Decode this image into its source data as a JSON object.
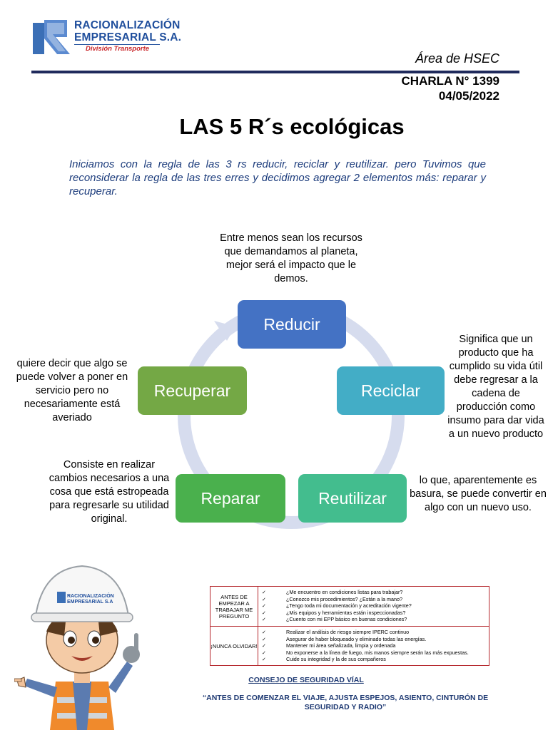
{
  "header": {
    "company_line1": "RACIONALIZACIÓN",
    "company_line2": "EMPRESARIAL S.A.",
    "division": "División Transporte",
    "area": "Área de HSEC",
    "charla": "CHARLA N° 1399",
    "date": "04/05/2022"
  },
  "title": "LAS 5 R´s ecológicas",
  "intro": "Iniciamos con la regla de las 3 rs reducir,  reciclar y reutilizar. pero Tuvimos que reconsiderar la regla de las tres erres y decidimos agregar 2 elementos más: reparar y recuperar.",
  "cycle": {
    "reducir": {
      "label": "Reducir",
      "description": "Entre menos sean los recursos que demandamos al planeta, mejor será el impacto que le demos."
    },
    "reciclar": {
      "label": "Reciclar",
      "description": "Significa que un producto que ha cumplido su vida útil debe regresar a la cadena de producción como insumo para dar vida a un nuevo producto"
    },
    "reutilizar": {
      "label": "Reutilizar",
      "description": "lo que, aparentemente es basura, se puede convertir en algo con un nuevo uso."
    },
    "reparar": {
      "label": "Reparar",
      "description": "Consiste en realizar cambios necesarios a una cosa que está estropeada para regresarle su utilidad original."
    },
    "recuperar": {
      "label": "Recuperar",
      "description": "quiere decir que algo se puede volver a poner en servicio pero no necesariamente está averiado"
    }
  },
  "worker": {
    "helmet_line1": "RACIONALIZACIÓN",
    "helmet_line2": "EMPRESARIAL S.A"
  },
  "checklist": {
    "section1": {
      "label": "ANTES DE EMPEZAR A TRABAJAR ME PREGUNTO",
      "items": [
        "¿Me encuentro en condiciones listas para trabajar?",
        "¿Conozco mis procedimientos? ¿Están a la mano?",
        "¿Tengo toda mi documentación y acreditación vigente?",
        "¿Mis equipos y herramientas están inspeccionadas?",
        "¿Cuento con mi EPP básico en buenas condiciones?"
      ]
    },
    "section2": {
      "label": "¡NUNCA OLVIDAR!",
      "items": [
        "Realizar el análisis de riesgo siempre IPERC continuo",
        "Asegurar de haber bloqueado y eliminado todas las energías.",
        "Mantener mi área señalizada, limpia y ordenada",
        "No exponerse a la línea de fuego, mis manos siempre serán las más expuestas.",
        "Cuide su integridad y la de sus compañeros"
      ]
    },
    "check_mark": "✓"
  },
  "safety": {
    "heading": "CONSEJO DE SEGURIDAD VÍAL",
    "quote": "“ANTES DE COMENZAR EL VIAJE, AJUSTA ESPEJOS, ASIENTO, CINTURÓN DE SEGURIDAD Y RADIO”"
  },
  "colors": {
    "reducir": "#4472c4",
    "reciclar": "#43adc6",
    "reutilizar": "#43bd8e",
    "reparar": "#4ab04d",
    "recuperar": "#74a845",
    "brand_blue": "#1f4e9c",
    "table_border": "#b5272d"
  }
}
